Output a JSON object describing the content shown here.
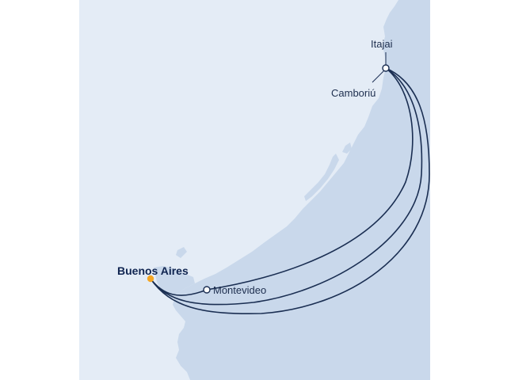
{
  "map": {
    "colors": {
      "water": "#c9d8eb",
      "land": "#e4ecf6",
      "route": "#1a2e52",
      "port_fill": "#ffffff",
      "departure": "#f5a623",
      "label": "#1d2e4e"
    },
    "ports": [
      {
        "name": "Buenos Aires",
        "role": "departure"
      },
      {
        "name": "Montevideo",
        "role": "stop"
      },
      {
        "name": "Itajai",
        "role": "stop"
      },
      {
        "name": "Camboriú",
        "role": "stop"
      }
    ]
  }
}
